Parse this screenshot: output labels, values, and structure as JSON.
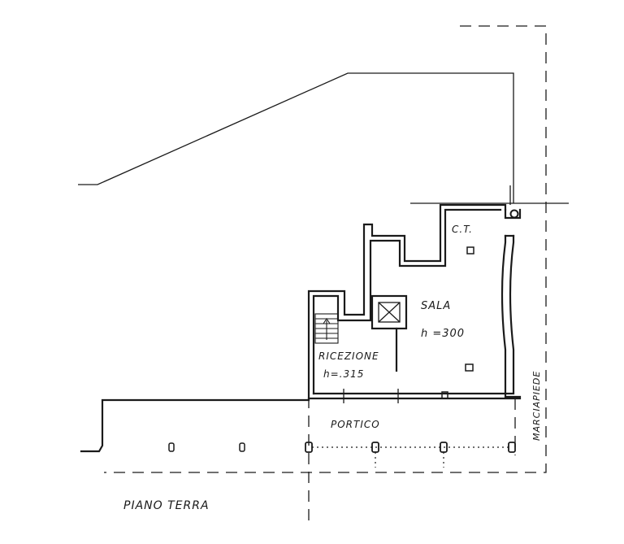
{
  "labels": {
    "ct": "C.T.",
    "sala": "SALA",
    "sala_height": "h =300",
    "ricezione": "RICEZIONE",
    "ricezione_height": "h=.315",
    "portico": "PORTICO",
    "marciapiede": "MARCIAPIEDE",
    "piano_terra": "PIANO TERRA"
  }
}
